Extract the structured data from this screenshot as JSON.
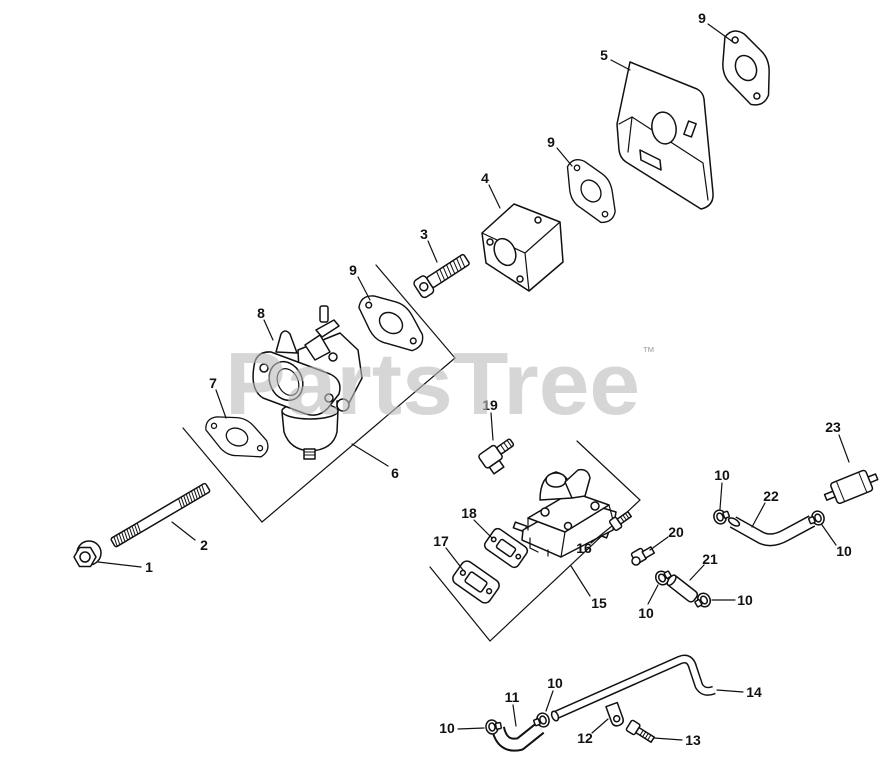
{
  "watermark": {
    "text": "PartsTree",
    "trademark": "™"
  },
  "colors": {
    "line": "#111111",
    "watermark": "#bcbcbc",
    "background": "#ffffff"
  },
  "callouts": [
    "9",
    "5",
    "9",
    "4",
    "3",
    "9",
    "8",
    "7",
    "19",
    "6",
    "10",
    "23",
    "22",
    "18",
    "17",
    "16",
    "20",
    "21",
    "10",
    "2",
    "1",
    "15",
    "10",
    "10",
    "14",
    "10",
    "11",
    "10",
    "12",
    "13"
  ]
}
